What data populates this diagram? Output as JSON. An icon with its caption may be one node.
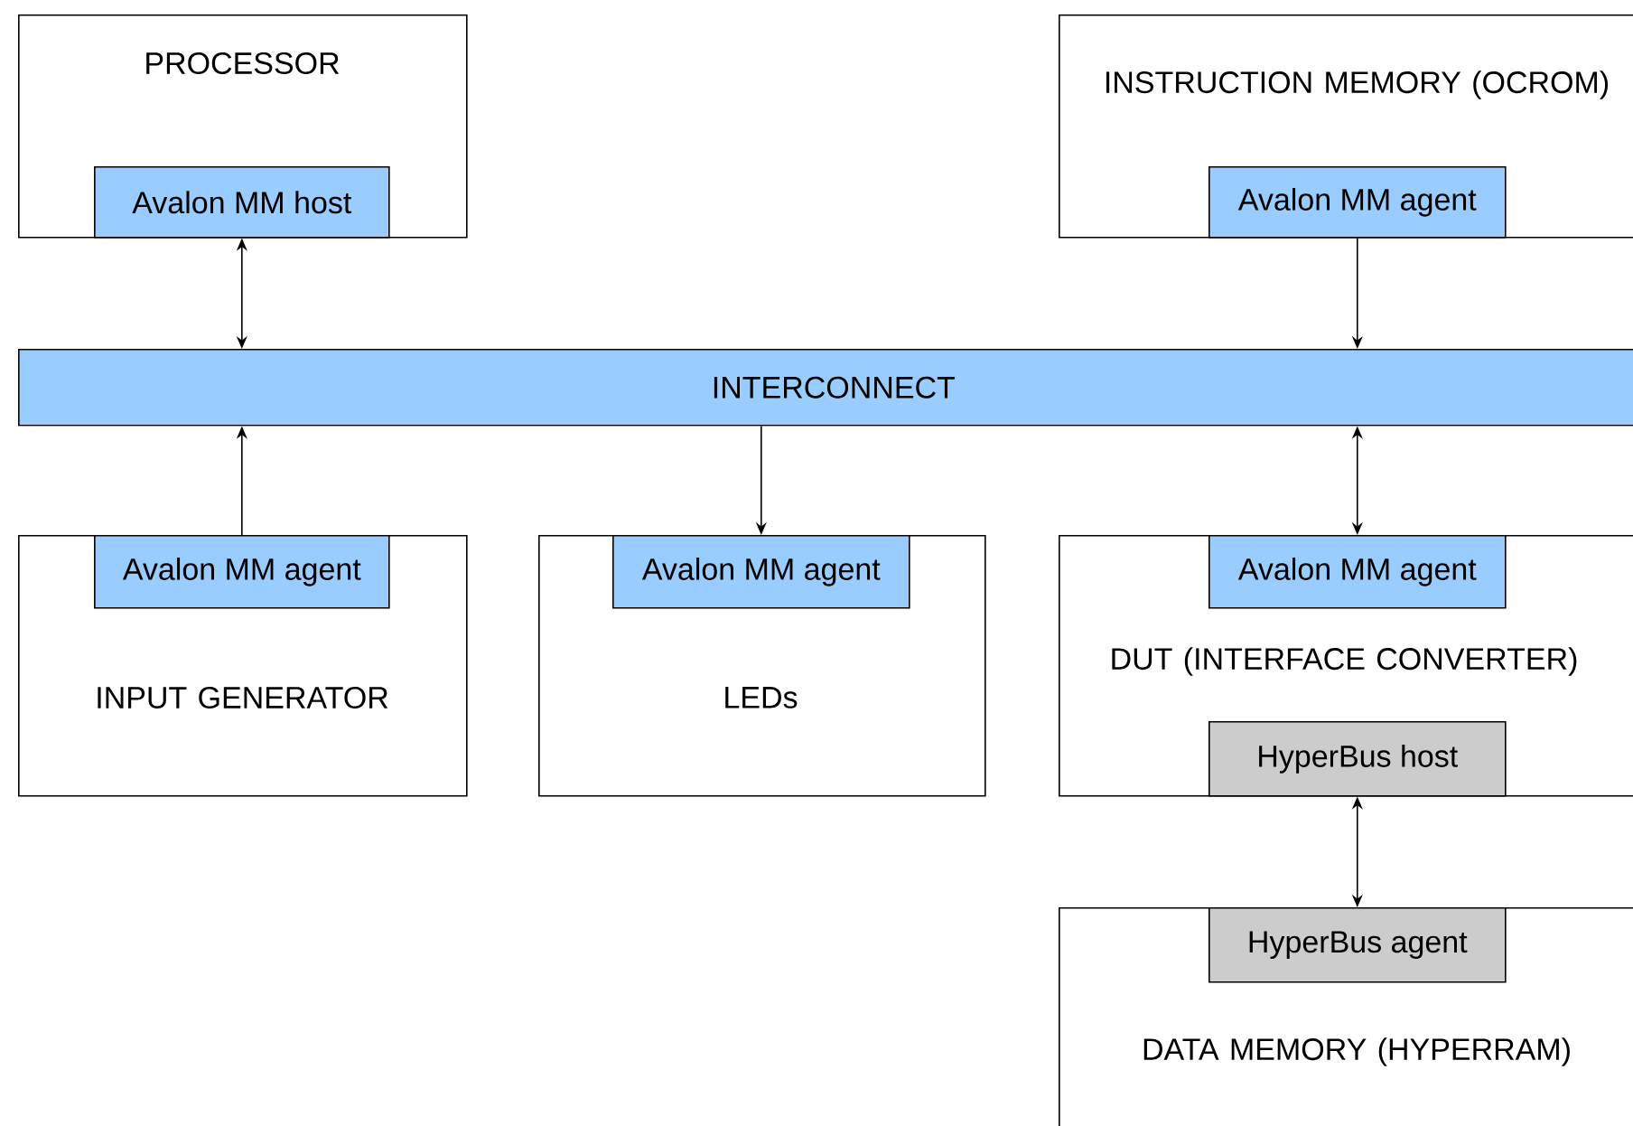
{
  "diagram": {
    "nodes": [
      {
        "text": [
          "PROCESSOR"
        ]
      },
      {
        "text": [
          "Avalon MM host"
        ],
        "in": 0
      },
      {
        "text": [
          "INSTRUCTION MEMORY (OCROM)"
        ]
      },
      {
        "text": [
          "Avalon MM agent"
        ],
        "in": 2
      },
      {
        "text": [
          "INTERCONNECT"
        ]
      },
      {
        "text": [
          "INPUT GENERATOR"
        ]
      },
      {
        "text": [
          "Avalon MM agent"
        ],
        "in": 5
      },
      {
        "text": [
          "LEDs"
        ]
      },
      {
        "text": [
          "Avalon MM agent"
        ],
        "in": 7
      },
      {
        "text": [
          "DUT (INTERFACE CONVERTER)"
        ]
      },
      {
        "text": [
          "Avalon MM agent"
        ],
        "in": 9
      },
      {
        "text": [
          "HyperBus host"
        ],
        "in": 9
      },
      {
        "text": [
          "DATA MEMORY (HYPERRAM)"
        ]
      },
      {
        "text": [
          "HyperBus agent"
        ],
        "in": 12
      }
    ],
    "edges": [
      {
        "from": 1,
        "to": 4,
        "arrow": "both"
      },
      {
        "from": 3,
        "to": 4,
        "arrow": "to"
      },
      {
        "from": 6,
        "to": 4,
        "arrow": "to"
      },
      {
        "from": 4,
        "to": 8,
        "arrow": "to"
      },
      {
        "from": 4,
        "to": 10,
        "arrow": "both"
      },
      {
        "from": 11,
        "to": 13,
        "arrow": "both"
      }
    ]
  }
}
